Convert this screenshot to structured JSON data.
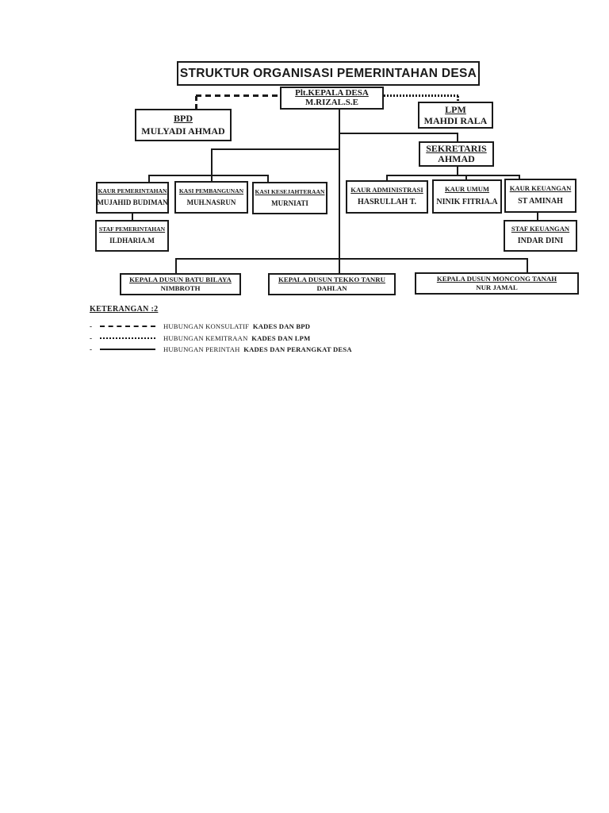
{
  "title": "STRUKTUR ORGANISASI PEMERINTAHAN DESA",
  "nodes": {
    "kepala": {
      "role": "Plt.KEPALA DESA",
      "name": "M.RIZAL.S.E"
    },
    "bpd": {
      "role": "BPD",
      "name": "MULYADI AHMAD"
    },
    "lpm": {
      "role": "LPM",
      "name": "MAHDI RALA"
    },
    "sekretaris": {
      "role": "SEKRETARIS",
      "name": "AHMAD"
    },
    "kaur_pemerintahan": {
      "role": "KAUR PEMERINTAHAN",
      "name": "MUJAHID BUDIMAN"
    },
    "kasi_pembangunan": {
      "role": "KASI PEMBANGUNAN",
      "name": "MUH.NASRUN"
    },
    "kasi_kesejahteraan": {
      "role": "KASI KESEJAHTERAAN",
      "name": "MURNIATI"
    },
    "kaur_administrasi": {
      "role": "KAUR ADMINISTRASI",
      "name": "HASRULLAH T."
    },
    "kaur_umum": {
      "role": "KAUR UMUM",
      "name": "NINIK FITRIA.A"
    },
    "kaur_keuangan": {
      "role": "KAUR KEUANGAN",
      "name": "ST AMINAH"
    },
    "staf_pemerintahan": {
      "role": "STAF PEMERINTAHAN",
      "name": "ILDHARIA.M"
    },
    "staf_keuangan": {
      "role": "STAF KEUANGAN",
      "name": "INDAR DINI"
    },
    "dusun_batu_bilaya": {
      "role": "KEPALA DUSUN BATU BILAYA",
      "name": "NIMBROTH"
    },
    "dusun_tekko_tanru": {
      "role": "KEPALA DUSUN TEKKO TANRU",
      "name": "DAHLAN"
    },
    "dusun_moncong_tanah": {
      "role": "KEPALA DUSUN MONCONG TANAH",
      "name": "NUR JAMAL"
    }
  },
  "legend": {
    "heading": "KETERANGAN :2",
    "items": [
      {
        "bullet": "-",
        "line_style": "dashed",
        "label": "HUBUNGAN KONSULATIF",
        "parties": "KADES DAN BPD"
      },
      {
        "bullet": "-",
        "line_style": "dotted",
        "label": "HUBUNGAN KEMITRAAN",
        "parties": "KADES DAN LPM"
      },
      {
        "bullet": "-",
        "line_style": "solid",
        "label": "HUBUNGAN PERINTAH",
        "parties": "KADES DAN PERANGKAT DESA"
      }
    ]
  },
  "colors": {
    "ink": "#1a1a1a",
    "background": "#ffffff"
  }
}
